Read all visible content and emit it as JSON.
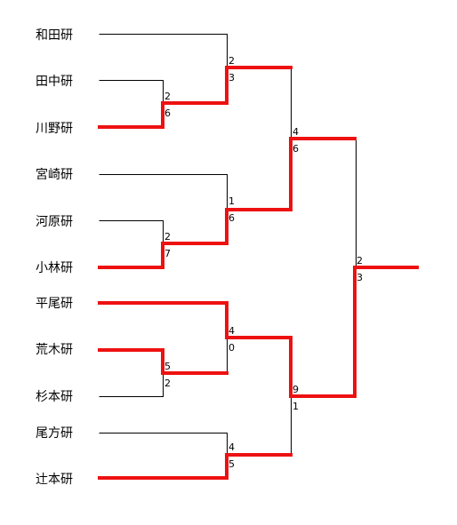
{
  "teams": [
    "和田研",
    "田中研",
    "川野研",
    "宮崎研",
    "河原研",
    "小林研",
    "平尾研",
    "荒木研",
    "杉本研",
    "尾方研",
    "辻本研"
  ],
  "scores": {
    "r1_tanaka_kawano": [
      "2",
      "6"
    ],
    "r1_kawahara_kobayashi": [
      "2",
      "7"
    ],
    "r1_araki_sugimoto": [
      "5",
      "2"
    ],
    "r2_wada_vs_kawano": [
      "2",
      "3"
    ],
    "r2_miyazaki_vs_kobayashi": [
      "1",
      "6"
    ],
    "r2_hirao_vs_araki": [
      "4",
      "0"
    ],
    "r2_ogata_tsujimoto": [
      "4",
      "5"
    ],
    "semi_top": [
      "4",
      "6"
    ],
    "semi_bottom": [
      "9",
      "1"
    ],
    "final": [
      "2",
      "3"
    ]
  },
  "colors": {
    "winner_line": "#ee1111",
    "loser_line": "#000000"
  }
}
